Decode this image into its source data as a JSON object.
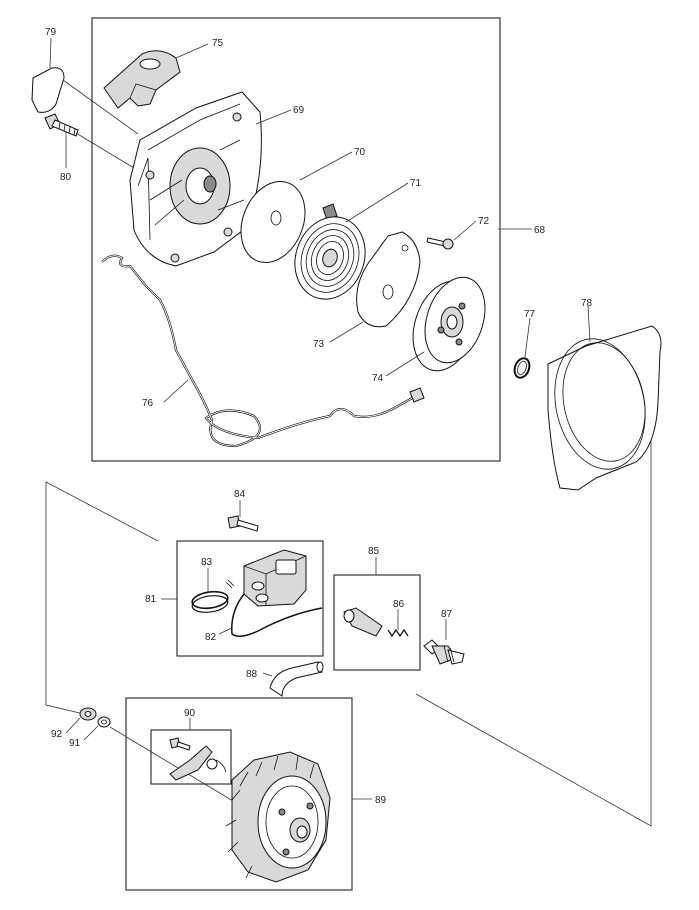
{
  "callouts": {
    "p68": "68",
    "p69": "69",
    "p70": "70",
    "p71": "71",
    "p72": "72",
    "p73": "73",
    "p74": "74",
    "p75": "75",
    "p76": "76",
    "p77": "77",
    "p78": "78",
    "p79": "79",
    "p80": "80",
    "p81": "81",
    "p82": "82",
    "p83": "83",
    "p84": "84",
    "p85": "85",
    "p86": "86",
    "p87": "87",
    "p88": "88",
    "p89": "89",
    "p90": "90",
    "p91": "91",
    "p92": "92"
  },
  "colors": {
    "line": "#222222",
    "part_fill": "#ffffff",
    "shade": "#d9d9d9"
  }
}
